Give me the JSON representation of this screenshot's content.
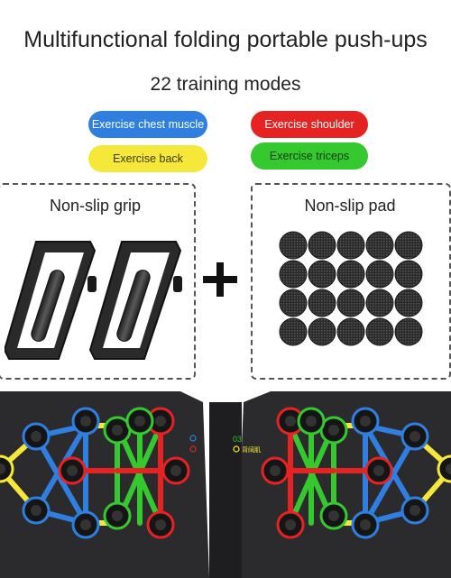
{
  "title": "Multifunctional folding portable push-ups",
  "subtitle": "22 training modes",
  "pills": {
    "chest": "Exercise chest muscle",
    "shoulder": "Exercise shoulder",
    "back": "Exercise back",
    "triceps": "Exercise triceps"
  },
  "boxes": {
    "grip_label": "Non-slip grip",
    "pad_label": "Non-slip pad"
  },
  "plus_symbol": "+",
  "board": {
    "legend_number": "03",
    "legend_label": "背阔肌"
  },
  "colors": {
    "blue": "#2f7fe0",
    "red": "#e52323",
    "yellow": "#f6e83a",
    "green": "#35c92f",
    "board": "#2b2b2e"
  },
  "icons": {
    "grip": "push-up-handle-icon",
    "pad": "non-slip-pad-icon",
    "plus": "plus-icon",
    "board": "push-up-board-image"
  }
}
